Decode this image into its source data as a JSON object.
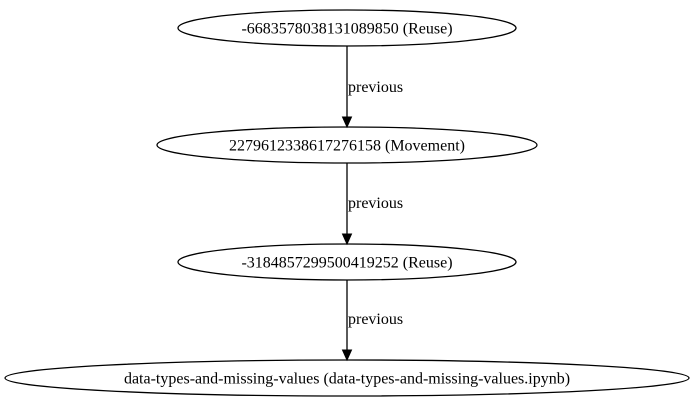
{
  "diagram": {
    "nodes": [
      {
        "id": "n1",
        "label": "-6683578038131089850 (Reuse)"
      },
      {
        "id": "n2",
        "label": "2279612338617276158 (Movement)"
      },
      {
        "id": "n3",
        "label": "-3184857299500419252 (Reuse)"
      },
      {
        "id": "n4",
        "label": "data-types-and-missing-values (data-types-and-missing-values.ipynb)"
      }
    ],
    "edges": [
      {
        "from": "n1",
        "to": "n2",
        "label": "previous"
      },
      {
        "from": "n2",
        "to": "n3",
        "label": "previous"
      },
      {
        "from": "n3",
        "to": "n4",
        "label": "previous"
      }
    ]
  }
}
